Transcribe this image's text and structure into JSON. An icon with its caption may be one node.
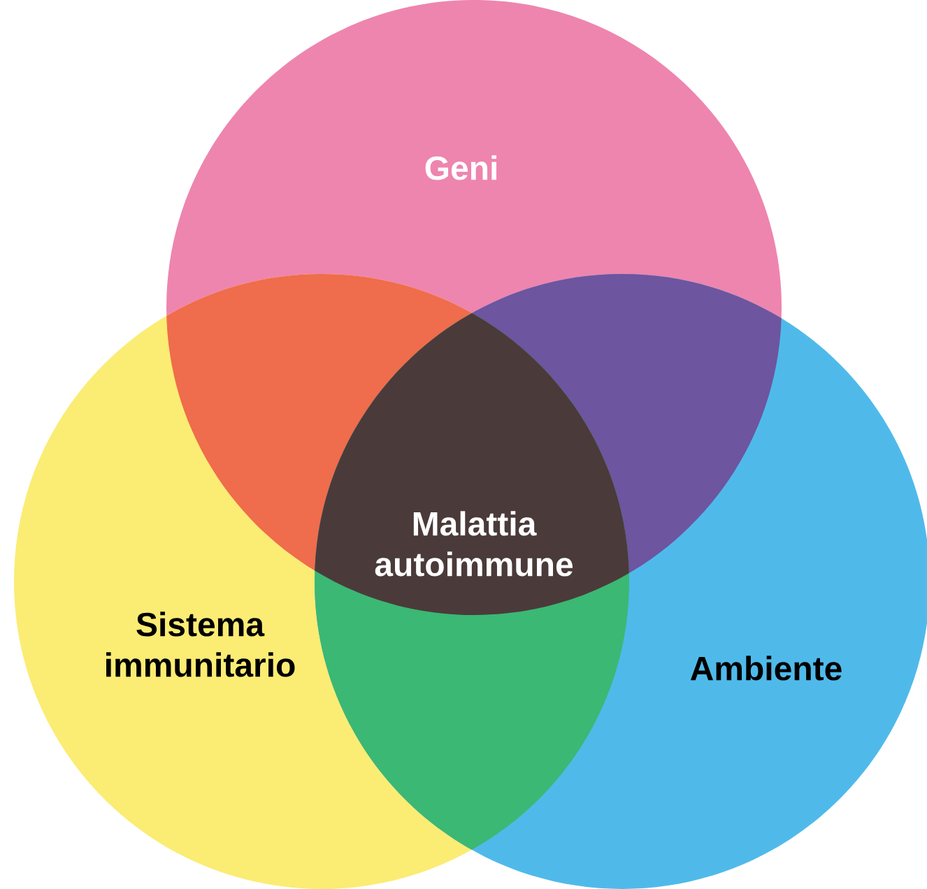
{
  "diagram": {
    "nodes": [
      {
        "text": [
          "Geni"
        ]
      },
      {
        "text": [
          "Sistema immunitario"
        ]
      },
      {
        "text": [
          "Ambiente"
        ]
      },
      {
        "text": [
          "Malattia autoimmune"
        ]
      }
    ]
  }
}
